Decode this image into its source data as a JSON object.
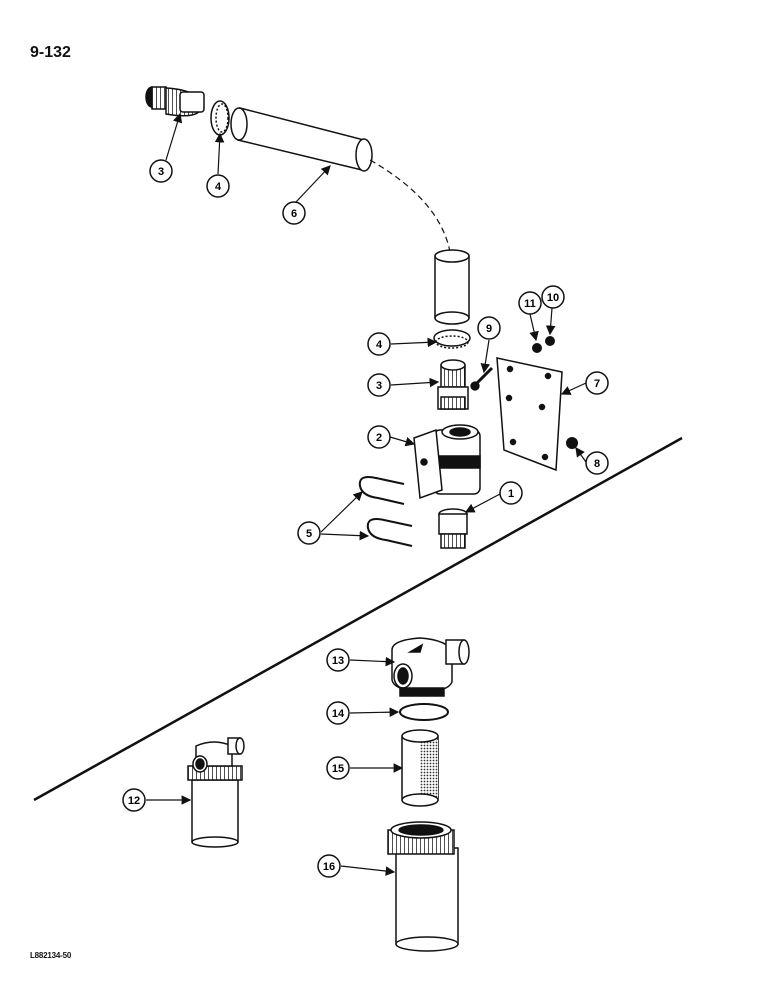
{
  "page_number": "9-132",
  "figure_code": "L882134-50",
  "callouts": {
    "c3a": "3",
    "c4a": "4",
    "c6": "6",
    "c4b": "4",
    "c3b": "3",
    "c9": "9",
    "c11": "11",
    "c10": "10",
    "c7": "7",
    "c2": "2",
    "c8": "8",
    "c1": "1",
    "c5": "5",
    "c13": "13",
    "c14": "14",
    "c15": "15",
    "c12": "12",
    "c16": "16"
  }
}
